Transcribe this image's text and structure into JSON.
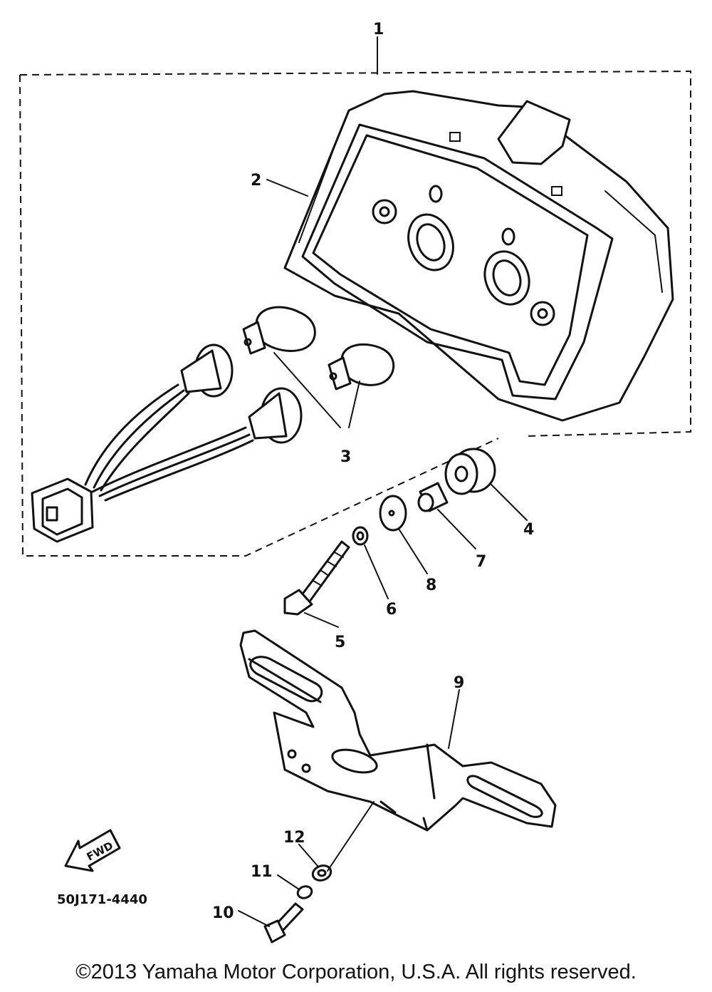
{
  "diagram": {
    "callouts": {
      "c1": "1",
      "c2": "2",
      "c3": "3",
      "c4": "4",
      "c5": "5",
      "c6": "6",
      "c7": "7",
      "c8": "8",
      "c9": "9",
      "c10": "10",
      "c11": "11",
      "c12": "12"
    },
    "fwd_label": "FWD",
    "part_code": "50J171-4440"
  },
  "footer": {
    "copyright": "©2013 Yamaha Motor Corporation, U.S.A. All rights reserved."
  },
  "icons": {
    "fwd_arrow": "fwd-arrow-icon"
  }
}
